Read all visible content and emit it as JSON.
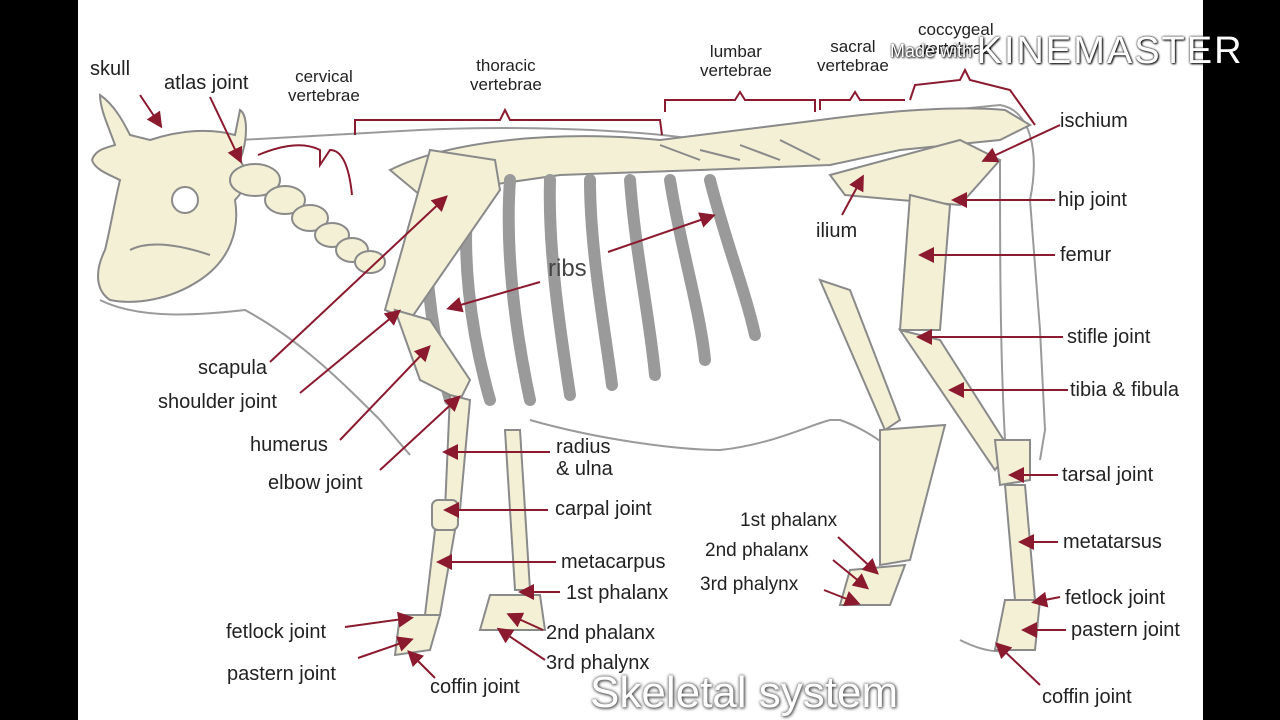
{
  "watermark": {
    "made_with": "Made with",
    "brand": "KINEMASTER"
  },
  "caption": "Skeletal system",
  "labels": {
    "skull": "skull",
    "atlas_joint": "atlas joint",
    "cervical": "cervical\nvertebrae",
    "thoracic": "thoracic\nvertebrae",
    "lumbar": "lumbar\nvertebrae",
    "sacral": "sacral\nvertebrae",
    "coccygeal": "coccygeal\nvertebrae",
    "ischium": "ischium",
    "hip_joint": "hip joint",
    "ilium": "ilium",
    "femur": "femur",
    "ribs": "ribs",
    "stifle_joint": "stifle joint",
    "tibia_fibula": "tibia & fibula",
    "scapula": "scapula",
    "shoulder_joint": "shoulder joint",
    "humerus": "humerus",
    "radius_ulna": "radius\n& ulna",
    "elbow_joint": "elbow joint",
    "carpal_joint": "carpal joint",
    "tarsal_joint": "tarsal joint",
    "metacarpus": "metacarpus",
    "metatarsus": "metatarsus",
    "front_1st_phalanx": "1st phalanx",
    "hind_1st_phalanx": "1st phalanx",
    "front_2nd_phalanx": "2nd phalanx",
    "hind_2nd_phalanx": "2nd phalanx",
    "front_3rd_phalynx": "3rd phalynx",
    "hind_3rd_phalynx": "3rd phalynx",
    "front_fetlock_joint": "fetlock joint",
    "hind_fetlock_joint": "fetlock joint",
    "front_pastern_joint": "pastern joint",
    "hind_pastern_joint": "pastern joint",
    "front_coffin_joint": "coffin joint",
    "hind_coffin_joint": "coffin joint"
  },
  "colors": {
    "bone_fill": "#f3f0d6",
    "bone_stroke": "#8a8a8a",
    "pointer": "#8b1a2e",
    "bracket": "#8b1a2e",
    "outline": "#9a9a9a"
  }
}
